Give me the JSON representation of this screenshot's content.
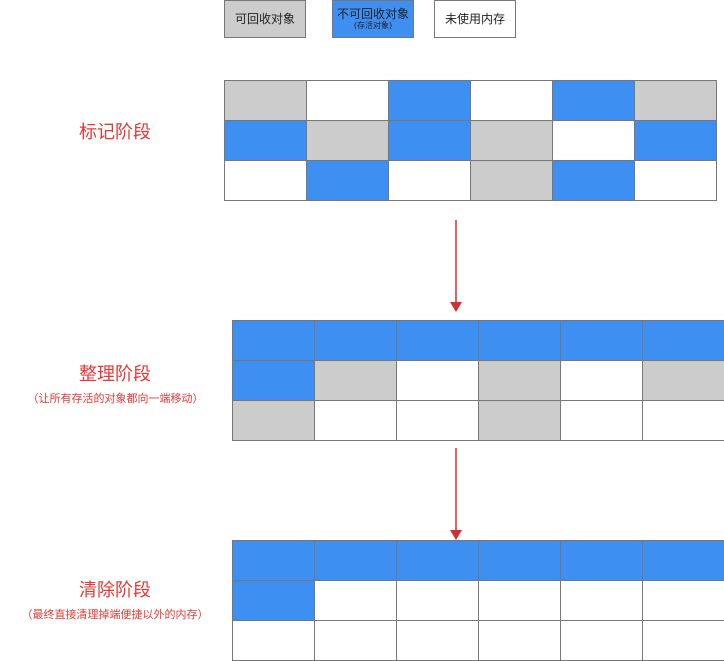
{
  "colors": {
    "gray": "#cccccc",
    "blue": "#3d8ff2",
    "white": "#ffffff",
    "arrow": "#d32f2f"
  },
  "legend": {
    "recyclable": "可回收对象",
    "non_recyclable": "不可回收对象",
    "non_recyclable_sub": "(存活对象)",
    "unused": "未使用内存"
  },
  "stages": {
    "mark": {
      "title": "标记阶段"
    },
    "compact": {
      "title": "整理阶段",
      "note": "（让所有存活的对象都向一端移动）"
    },
    "sweep": {
      "title": "清除阶段",
      "note": "（最终直接清理掉端便捷以外的内存）"
    }
  },
  "grids": {
    "mark": [
      [
        "gray",
        "white",
        "blue",
        "white",
        "blue",
        "gray"
      ],
      [
        "blue",
        "gray",
        "blue",
        "gray",
        "white",
        "blue"
      ],
      [
        "white",
        "blue",
        "white",
        "gray",
        "blue",
        "white"
      ]
    ],
    "compact": [
      [
        "blue",
        "blue",
        "blue",
        "blue",
        "blue",
        "blue"
      ],
      [
        "blue",
        "gray",
        "white",
        "gray",
        "white",
        "gray"
      ],
      [
        "gray",
        "white",
        "white",
        "gray",
        "white",
        "white"
      ]
    ],
    "sweep": [
      [
        "blue",
        "blue",
        "blue",
        "blue",
        "blue",
        "blue"
      ],
      [
        "blue",
        "white",
        "white",
        "white",
        "white",
        "white"
      ],
      [
        "white",
        "white",
        "white",
        "white",
        "white",
        "white"
      ]
    ]
  }
}
